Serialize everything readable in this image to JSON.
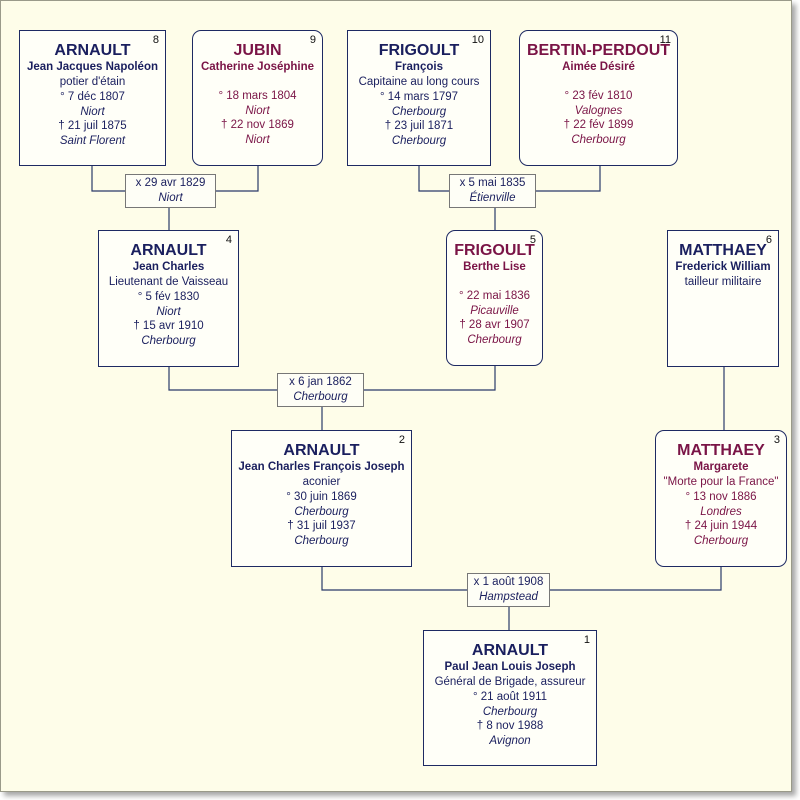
{
  "persons": {
    "p1": {
      "num": "1",
      "surname": "ARNAULT",
      "given": "Paul Jean Louis Joseph",
      "occupation": "Général de Brigade, assureur",
      "birth": "° 21 août 1911",
      "birth_place": "Cherbourg",
      "death": "† 8 nov 1988",
      "death_place": "Avignon"
    },
    "p2": {
      "num": "2",
      "surname": "ARNAULT",
      "given": "Jean Charles François Joseph",
      "occupation": "aconier",
      "birth": "° 30 juin 1869",
      "birth_place": "Cherbourg",
      "death": "† 31 juil 1937",
      "death_place": "Cherbourg"
    },
    "p3": {
      "num": "3",
      "surname": "MATTHAEY",
      "given": "Margarete",
      "occupation": "\"Morte pour la France\"",
      "birth": "° 13 nov 1886",
      "birth_place": "Londres",
      "death": "† 24 juin 1944",
      "death_place": "Cherbourg"
    },
    "p4": {
      "num": "4",
      "surname": "ARNAULT",
      "given": "Jean Charles",
      "occupation": "Lieutenant de Vaisseau",
      "birth": "° 5 fév 1830",
      "birth_place": "Niort",
      "death": "† 15 avr 1910",
      "death_place": "Cherbourg"
    },
    "p5": {
      "num": "5",
      "surname": "FRIGOULT",
      "given": "Berthe Lise",
      "birth": "° 22 mai 1836",
      "birth_place": "Picauville",
      "death": "† 28 avr 1907",
      "death_place": "Cherbourg"
    },
    "p6": {
      "num": "6",
      "surname": "MATTHAEY",
      "given": "Frederick William",
      "occupation": "tailleur militaire"
    },
    "p8": {
      "num": "8",
      "surname": "ARNAULT",
      "given": "Jean Jacques Napoléon",
      "occupation": "potier d'étain",
      "birth": "° 7 déc 1807",
      "birth_place": "Niort",
      "death": "† 21 juil 1875",
      "death_place": "Saint Florent"
    },
    "p9": {
      "num": "9",
      "surname": "JUBIN",
      "given": "Catherine Joséphine",
      "birth": "° 18 mars 1804",
      "birth_place": "Niort",
      "death": "† 22 nov 1869",
      "death_place": "Niort"
    },
    "p10": {
      "num": "10",
      "surname": "FRIGOULT",
      "given": "François",
      "occupation": "Capitaine au long cours",
      "birth": "° 14 mars 1797",
      "birth_place": "Cherbourg",
      "death": "† 23 juil 1871",
      "death_place": "Cherbourg"
    },
    "p11": {
      "num": "11",
      "surname": "BERTIN-PERDOUT",
      "given": "Aimée Désiré",
      "birth": "° 23 fév 1810",
      "birth_place": "Valognes",
      "death": "† 22 fév 1899",
      "death_place": "Cherbourg"
    }
  },
  "marriages": {
    "m8_9": {
      "date": "x 29 avr 1829",
      "place": "Niort"
    },
    "m10_11": {
      "date": "x 5 mai 1835",
      "place": "Étienville"
    },
    "m4_5": {
      "date": "x 6 jan 1862",
      "place": "Cherbourg"
    },
    "m2_3": {
      "date": "x 1 août 1908",
      "place": "Hampstead"
    }
  },
  "colors": {
    "male": "#1a1f5e",
    "female": "#7a1446",
    "background": "#fefde9",
    "line": "#2a3a6a"
  }
}
